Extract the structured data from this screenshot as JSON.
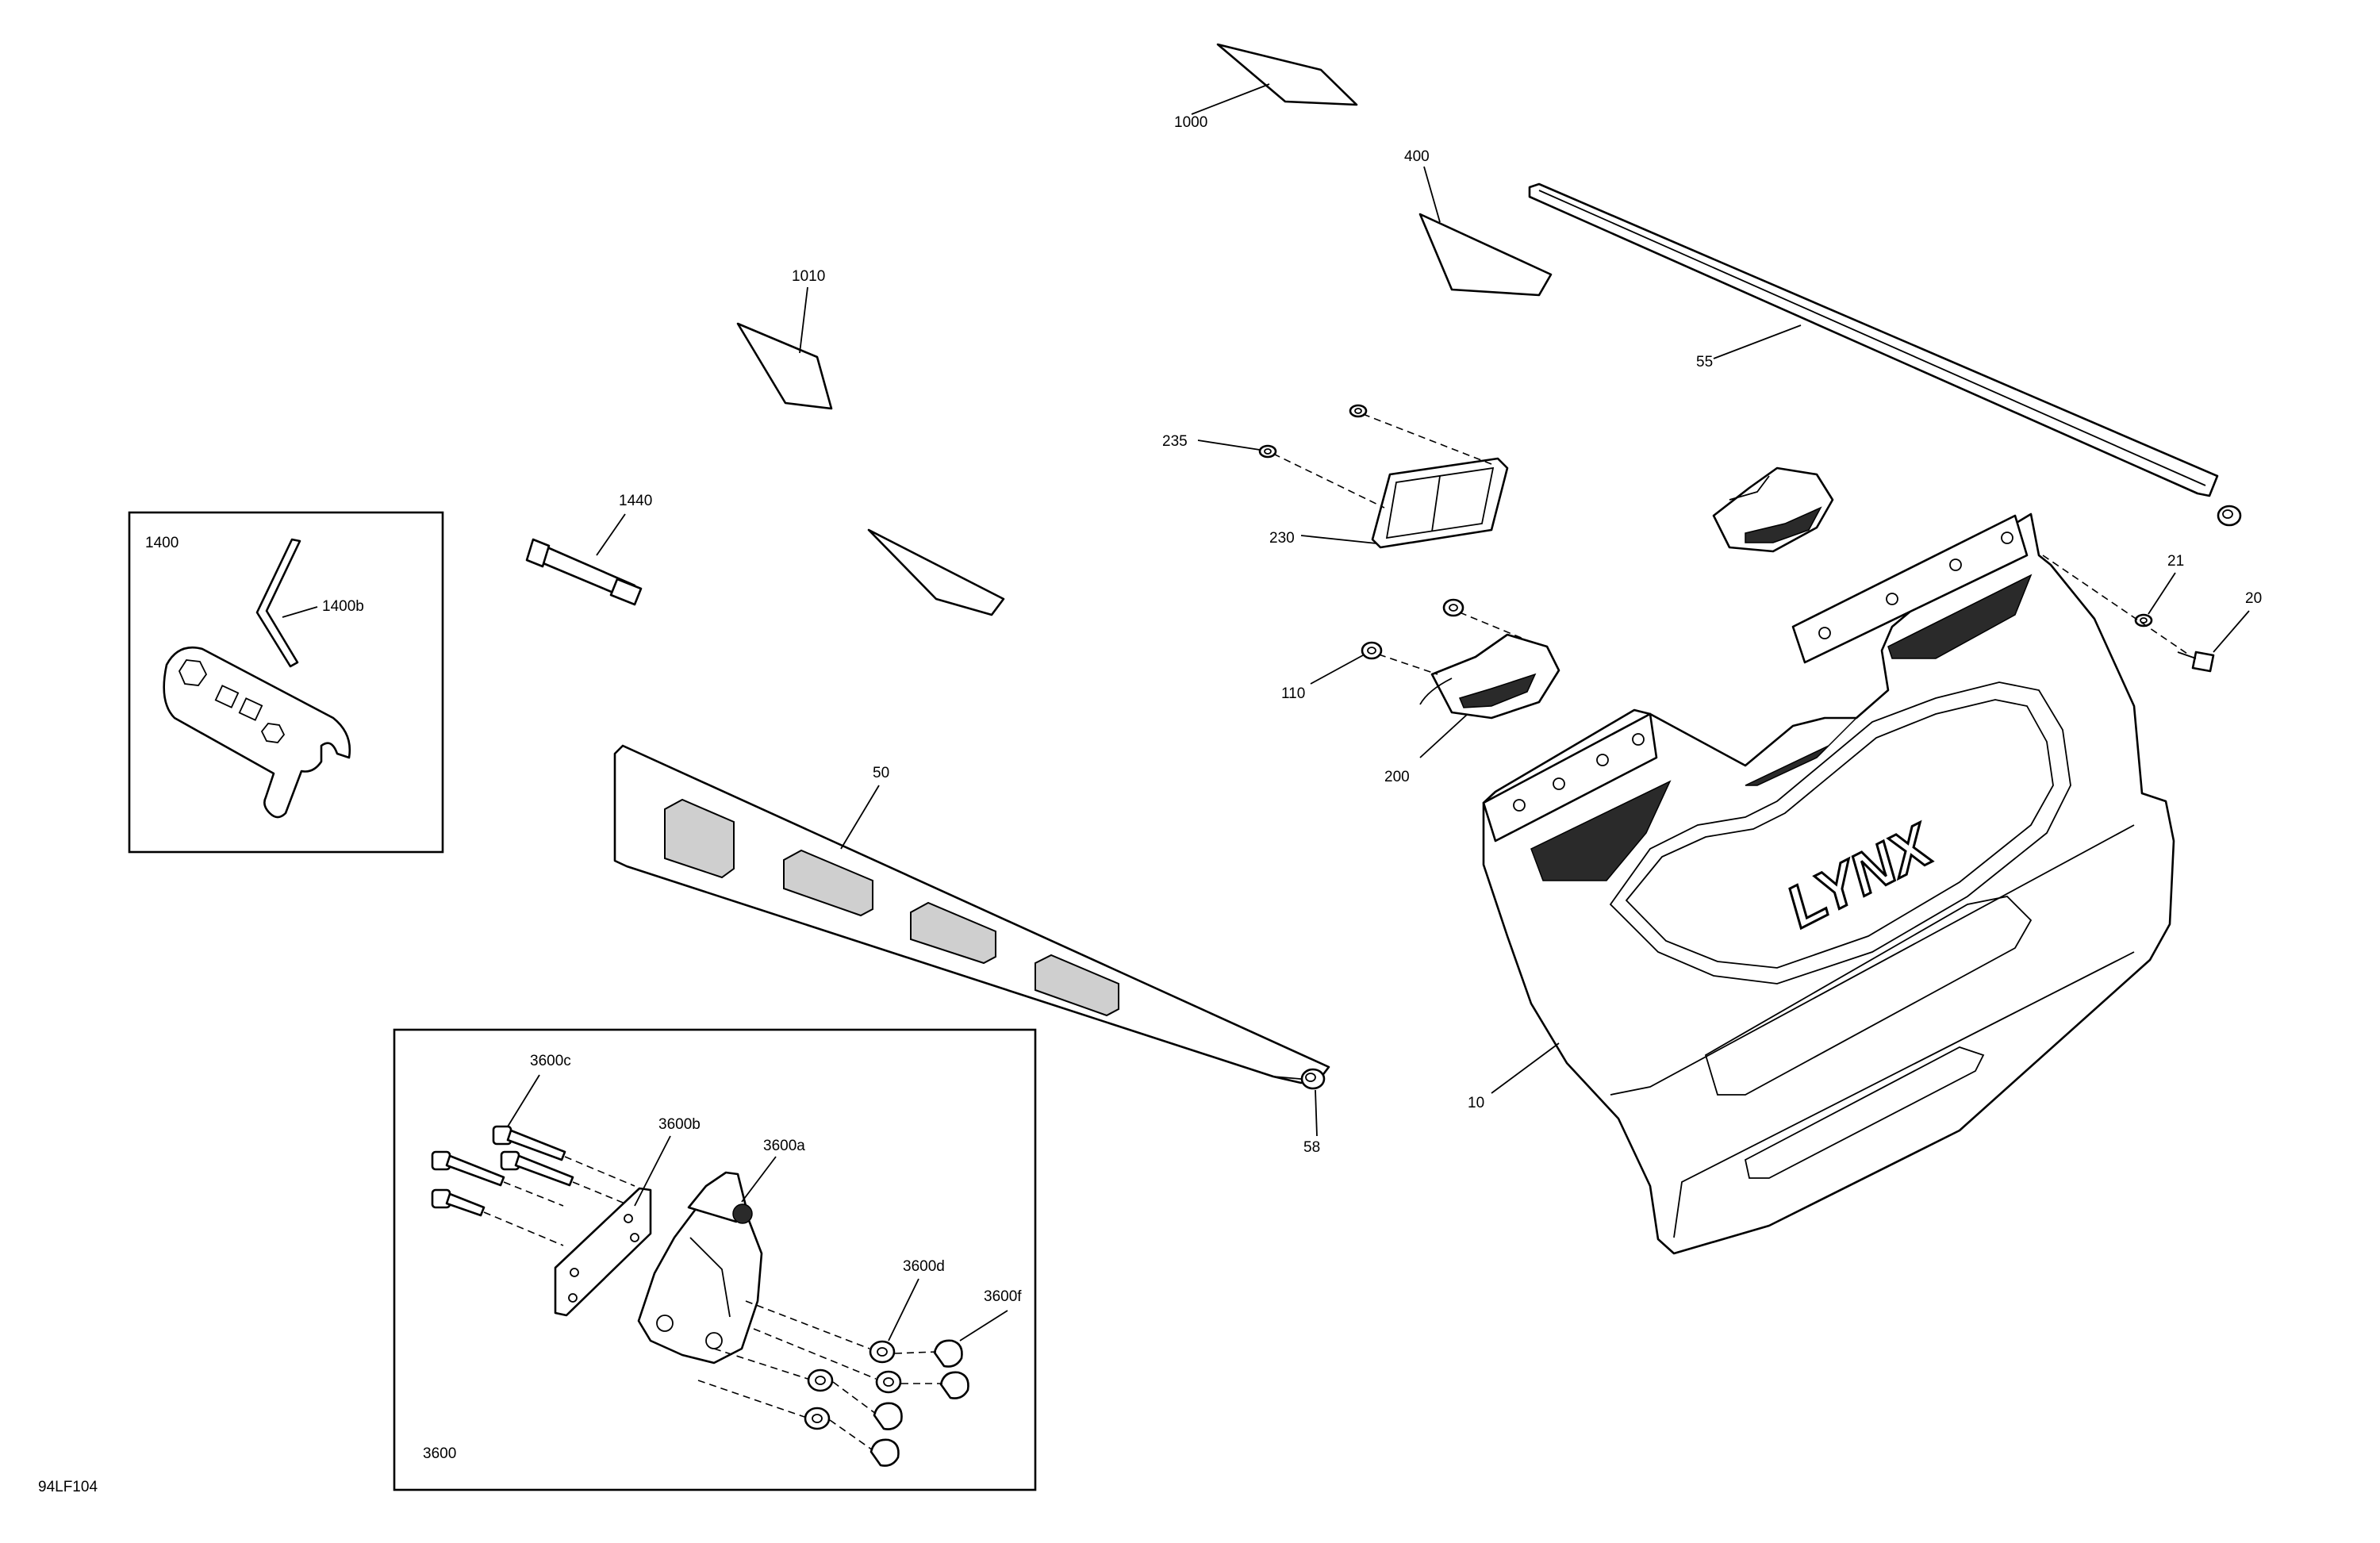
{
  "figure_code": "94LF104",
  "brand_text": "LYNX",
  "callouts": {
    "p1000": "1000",
    "p400": "400",
    "p1010": "1010",
    "p55": "55",
    "p235": "235",
    "p230": "230",
    "p1440": "1440",
    "p1400": "1400",
    "p1400b": "1400b",
    "p21": "21",
    "p20": "20",
    "p110": "110",
    "p200": "200",
    "p50": "50",
    "p10": "10",
    "p58": "58",
    "p3600": "3600",
    "p3600a": "3600a",
    "p3600b": "3600b",
    "p3600c": "3600c",
    "p3600d": "3600d",
    "p3600f": "3600f"
  }
}
